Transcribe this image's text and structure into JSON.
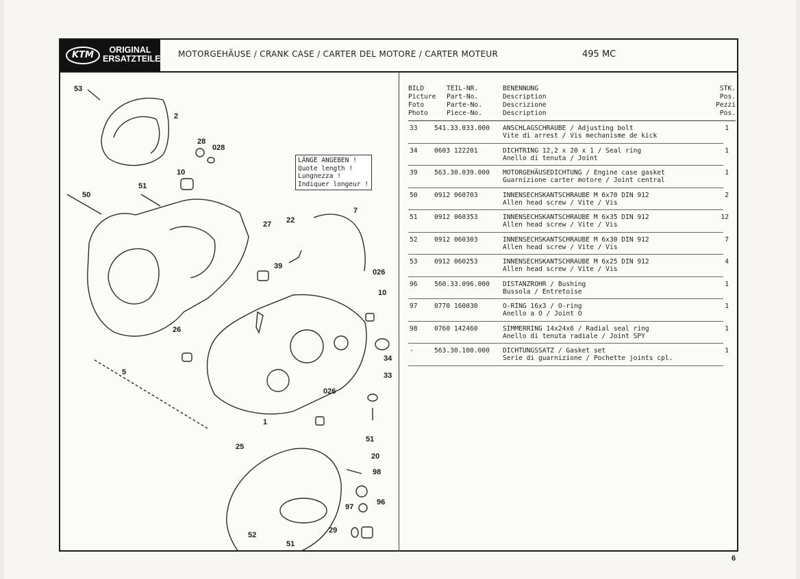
{
  "header": {
    "logo_brand": "KTM",
    "logo_line1": "ORIGINAL",
    "logo_line2": "ERSATZTEILE",
    "title": "MOTORGEHÄUSE / CRANK CASE / CARTER DEL MOTORE / CARTER MOTEUR",
    "model": "495 MC"
  },
  "diagram": {
    "note_lines": [
      "LÄNGE ANGEBEN !",
      "Quote length !",
      "Lungnezza !",
      "Indiquer longeur !"
    ],
    "callouts": [
      "53",
      "2",
      "28",
      "028",
      "10",
      "51",
      "50",
      "7",
      "22",
      "27",
      "39",
      "026",
      "10",
      "26",
      "5",
      "34",
      "33",
      "026",
      "1",
      "51",
      "25",
      "20",
      "98",
      "97",
      "96",
      "52",
      "29",
      "51"
    ]
  },
  "table": {
    "headers": {
      "col1": [
        "BILD",
        "Picture",
        "Foto",
        "Photo"
      ],
      "col2": [
        "TEIL-NR.",
        "Part-No.",
        "Parte-No.",
        "Piece-No."
      ],
      "col3": [
        "BENENNUNG",
        "Description",
        "Descrizione",
        "Description"
      ],
      "col4": [
        "STK.",
        "Pos.",
        "Pezzi",
        "Pos."
      ]
    },
    "rows": [
      {
        "picture": "33",
        "part": "541.33.033.000",
        "desc1": "ANSCHLAGSCHRAUBE / Adjusting bolt",
        "desc2": "Vite di arrest / Vis mechanisme de kick",
        "qty": "1"
      },
      {
        "picture": "34",
        "part": "0603 122201",
        "desc1": "DICHTRING 12,2 x 20 x 1 / Seal ring",
        "desc2": "Anello di tenuta / Joint",
        "qty": "1"
      },
      {
        "picture": "39",
        "part": "563.30.039.000",
        "desc1": "MOTORGEHÄUSEDICHTUNG / Engine case gasket",
        "desc2": "Guarnizione carter motore / Joint central",
        "qty": "1"
      },
      {
        "picture": "50",
        "part": "0912 060703",
        "desc1": "INNENSECHSKANTSCHRAUBE M 6x70 DIN 912",
        "desc2": "Allen head screw / Vite / Vis",
        "qty": "2"
      },
      {
        "picture": "51",
        "part": "0912 060353",
        "desc1": "INNENSECHSKANTSCHRAUBE M 6x35 DIN 912",
        "desc2": "Allen head screw / Vite / Vis",
        "qty": "12"
      },
      {
        "picture": "52",
        "part": "0912 060303",
        "desc1": "INNENSECHSKANTSCHRAUBE M 6x30 DIN 912",
        "desc2": "Allen head screw / Vite / Vis",
        "qty": "7"
      },
      {
        "picture": "53",
        "part": "0912 060253",
        "desc1": "INNENSECHSKANTSCHRAUBE M 6x25 DIN 912",
        "desc2": "Allen head screw / Vite / Vis",
        "qty": "4"
      },
      {
        "picture": "96",
        "part": "560.33.096.000",
        "desc1": "DISTANZROHR / Bushing",
        "desc2": "Bussola / Entretoise",
        "qty": "1"
      },
      {
        "picture": "97",
        "part": "0770 160030",
        "desc1": "O-RING 16x3 / O-ring",
        "desc2": "Anello a O / Joint O",
        "qty": "1"
      },
      {
        "picture": "98",
        "part": "0760 142460",
        "desc1": "SIMMERRING 14x24x6 / Radial seal ring",
        "desc2": "Anello di tenuta radiale / Joint SPY",
        "qty": "1"
      },
      {
        "picture": "-",
        "part": "563.30.100.000",
        "desc1": "DICHTUNGSSATZ / Gasket set",
        "desc2": "Serie di guarnizione / Pochette joints cpl.",
        "qty": "1"
      }
    ]
  },
  "page_number": "6"
}
